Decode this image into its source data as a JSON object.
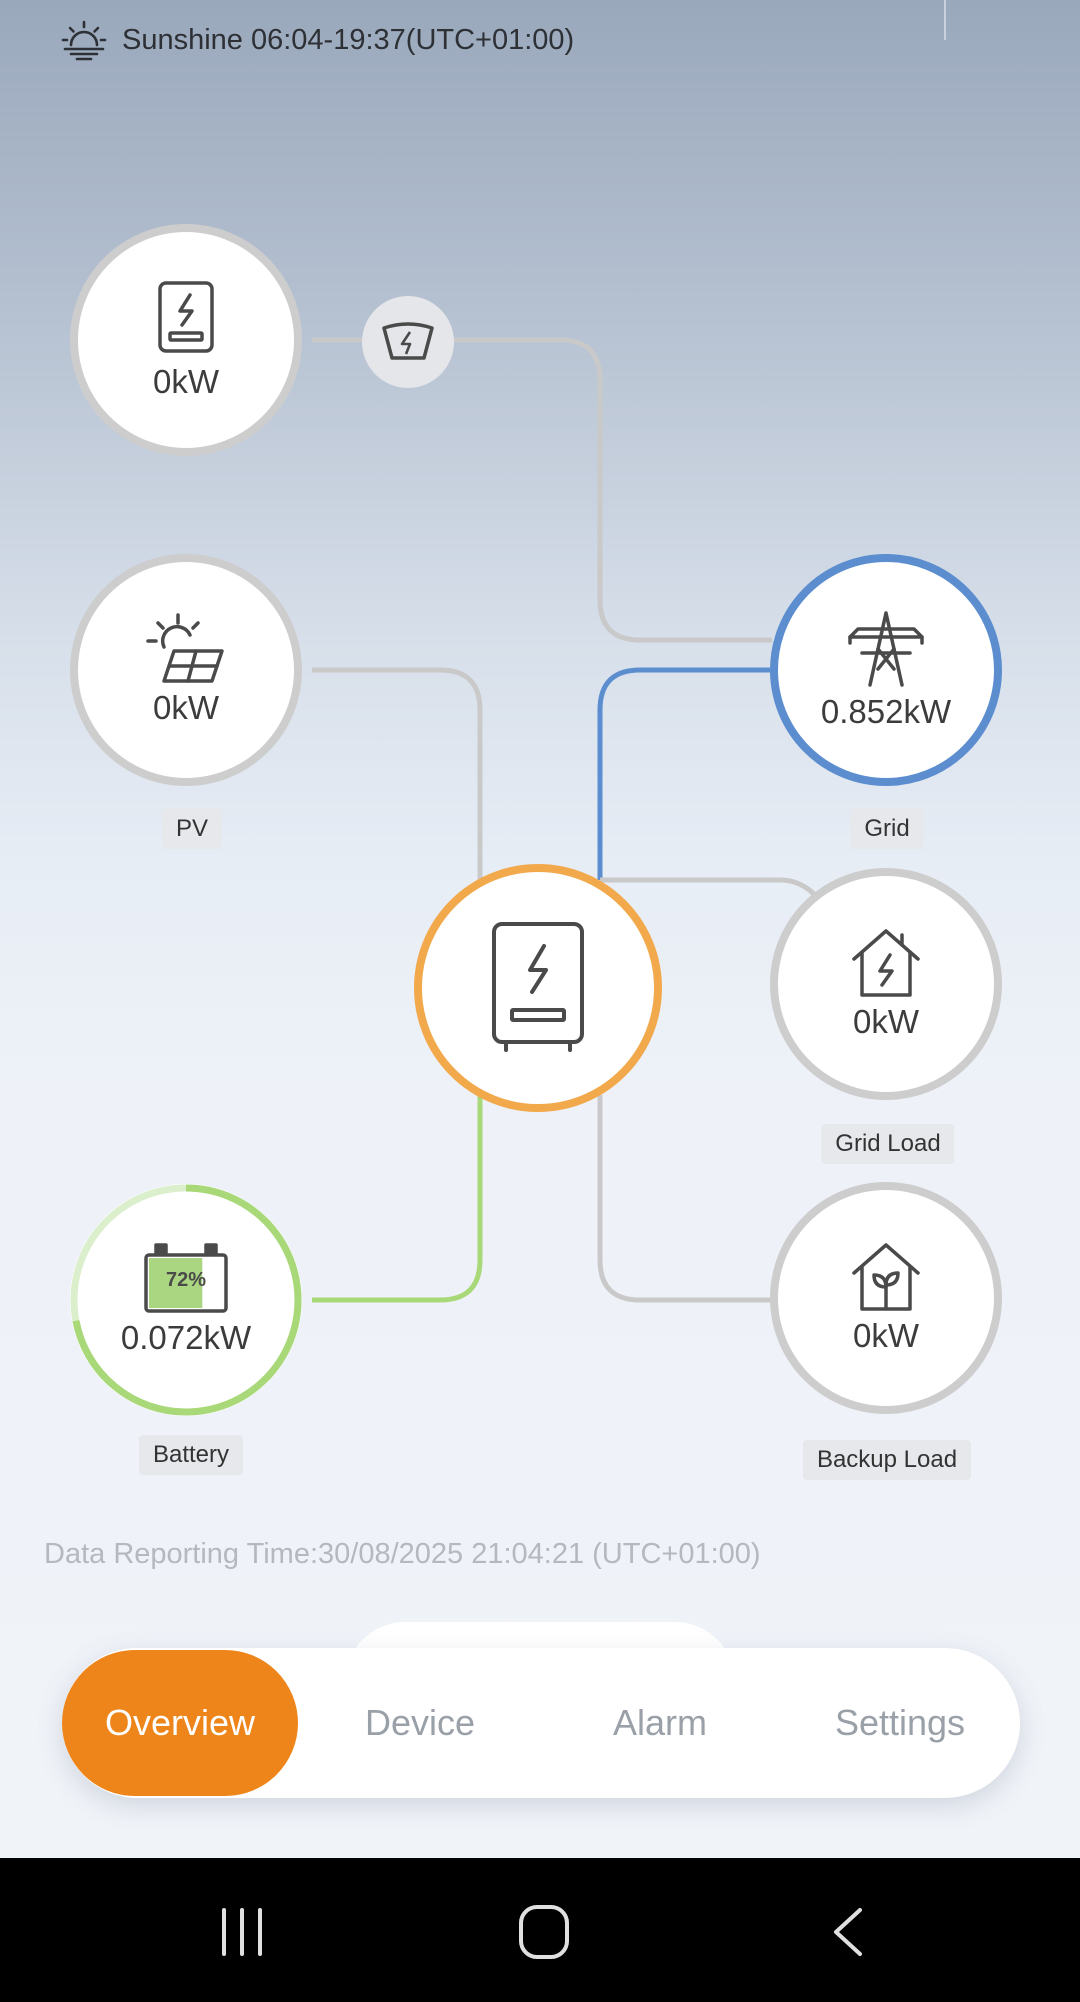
{
  "status": {
    "sunshine_text": "Sunshine 06:04-19:37(UTC+01:00)"
  },
  "nodes": {
    "generator": {
      "value": "0kW"
    },
    "pv": {
      "value": "0kW",
      "label": "PV"
    },
    "grid": {
      "value": "0.852kW",
      "label": "Grid"
    },
    "inverter": {},
    "grid_load": {
      "value": "0kW",
      "label": "Grid Load"
    },
    "battery": {
      "value": "0.072kW",
      "label": "Battery",
      "soc_text": "72%",
      "soc_percent": 72
    },
    "backup_load": {
      "value": "0kW",
      "label": "Backup Load"
    }
  },
  "reporting_time": "Data Reporting Time:30/08/2025 21:04:21 (UTC+01:00)",
  "tabs": [
    {
      "label": "Overview",
      "active": true
    },
    {
      "label": "Device",
      "active": false
    },
    {
      "label": "Alarm",
      "active": false
    },
    {
      "label": "Settings",
      "active": false
    }
  ],
  "colors": {
    "accent": "#ee851b",
    "grid": "#5b8dcf",
    "inverter": "#f2a94c",
    "battery": "#a8d878",
    "inactive": "#cdcdcd"
  },
  "icons": {
    "status": "sunrise-icon",
    "generator": "inverter-icon",
    "meter": "meter-gauge-icon",
    "pv": "solar-panel-icon",
    "grid": "power-tower-icon",
    "inverter": "inverter-icon",
    "grid_load": "house-bolt-icon",
    "battery": "battery-icon",
    "backup_load": "house-leaf-icon",
    "nav": [
      "recent-apps-icon",
      "home-icon",
      "back-icon"
    ]
  }
}
